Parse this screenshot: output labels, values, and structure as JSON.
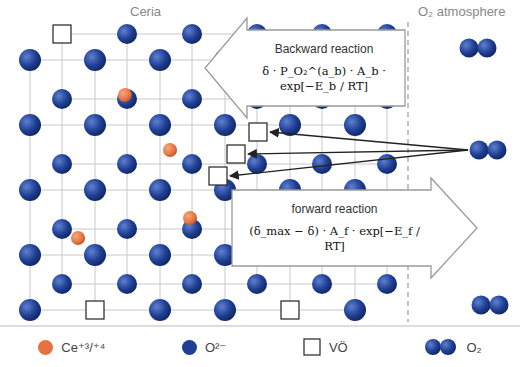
{
  "diagram": {
    "nodes": [
      {
        "text": [
          "Backward reaction",
          "δ · P_O₂^(a_b) · A_b · exp[−E_b / RT]"
        ]
      },
      {
        "text": [
          "forward reaction",
          "(δ_max − δ) · A_f · exp[−E_f / RT]"
        ]
      }
    ],
    "labels": [
      "Ceria",
      "O₂ atmosphere"
    ],
    "legend": [
      {
        "text": "Ce⁺³/⁺⁴",
        "color": "#e5733f"
      },
      {
        "text": "O²⁻",
        "color": "#1f3f94"
      },
      {
        "text": "VÖ"
      },
      {
        "text": "O₂"
      }
    ]
  }
}
